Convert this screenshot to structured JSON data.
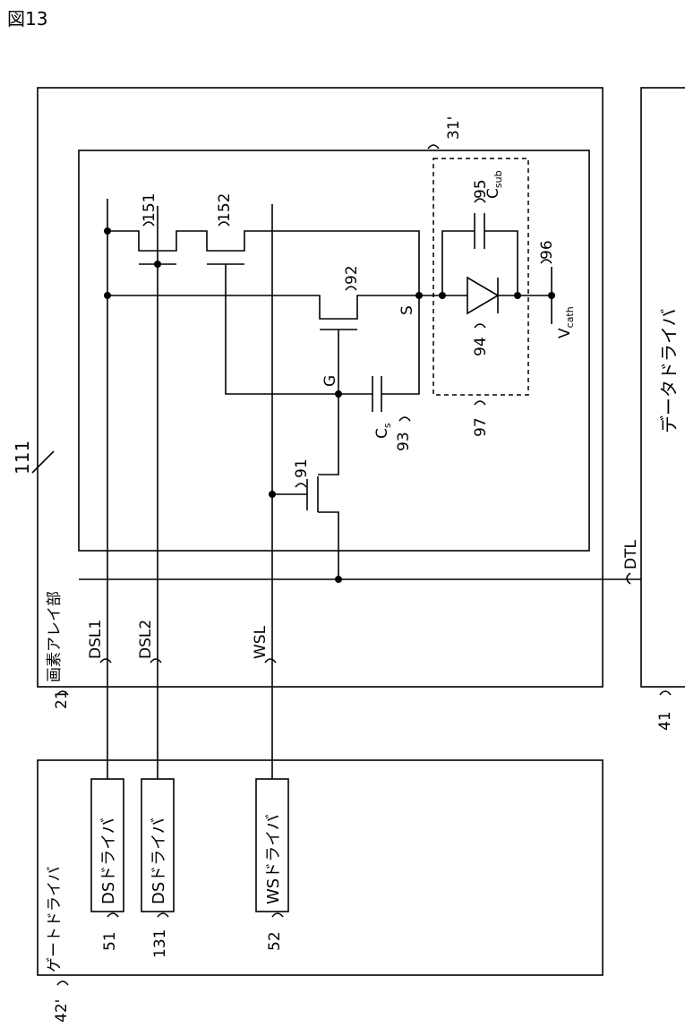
{
  "figure": {
    "title": "図13"
  },
  "labels": {
    "ref_111": "111",
    "ref_31": "31'",
    "ref_21": "21",
    "ref_41": "41",
    "ref_42": "42'",
    "pixel_array": "画素アレイ部",
    "data_driver": "データドライバ",
    "gate_driver": "ゲートドライバ",
    "dsl1": "DSL1",
    "dsl2": "DSL2",
    "wsl": "WSL",
    "dtl": "DTL",
    "ds_driver_1": "DSドライバ",
    "ds_driver_2": "DSドライバ",
    "ws_driver": "WSドライバ",
    "ref_51": "51",
    "ref_131": "131",
    "ref_52": "52",
    "ref_91": "91",
    "ref_92": "92",
    "ref_93": "93",
    "ref_94": "94",
    "ref_95": "95",
    "ref_96": "96",
    "ref_97": "97",
    "ref_151": "151",
    "ref_152": "152",
    "node_g": "G",
    "node_s": "S",
    "cap_cs": "C",
    "cap_cs_sub": "s",
    "cap_csub": "C",
    "cap_csub_sub": "sub",
    "vcath": "V",
    "vcath_sub": "cath"
  }
}
